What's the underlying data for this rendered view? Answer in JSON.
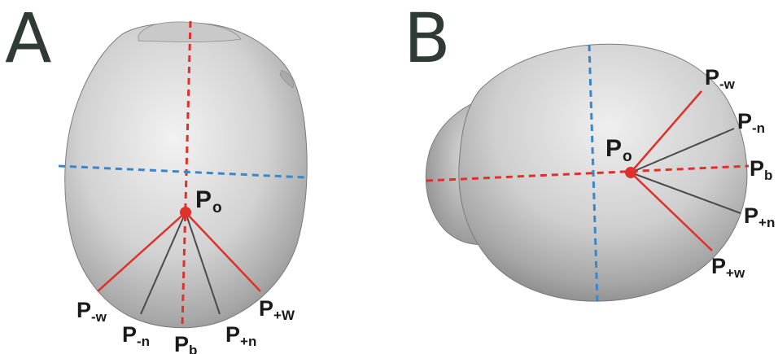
{
  "figure": {
    "panels": [
      {
        "letter": "A",
        "view": "top view",
        "labels": {
          "origin": {
            "main": "P",
            "sub": "o"
          },
          "minus_w": {
            "main": "P",
            "sub": "-w"
          },
          "minus_n": {
            "main": "P",
            "sub": "-n"
          },
          "b": {
            "main": "P",
            "sub": "b"
          },
          "plus_n": {
            "main": "P",
            "sub": "+n"
          },
          "plus_w": {
            "main": "P",
            "sub": "+W"
          }
        }
      },
      {
        "letter": "B",
        "view": "side view",
        "labels": {
          "origin": {
            "main": "P",
            "sub": "o"
          },
          "minus_w": {
            "main": "P",
            "sub": "-w"
          },
          "minus_n": {
            "main": "P",
            "sub": "-n"
          },
          "b": {
            "main": "P",
            "sub": "b"
          },
          "plus_n": {
            "main": "P",
            "sub": "+n"
          },
          "plus_w": {
            "main": "P",
            "sub": "+w"
          }
        }
      }
    ],
    "colors": {
      "axis_long": "#e0302a",
      "axis_cross": "#3a86c8",
      "ray_wide": "#e0302a",
      "ray_narrow": "#4a4a4a",
      "origin_dot": "#e0302a",
      "text": "#1a1a1a",
      "panel_letter": "#2f3b34"
    }
  }
}
